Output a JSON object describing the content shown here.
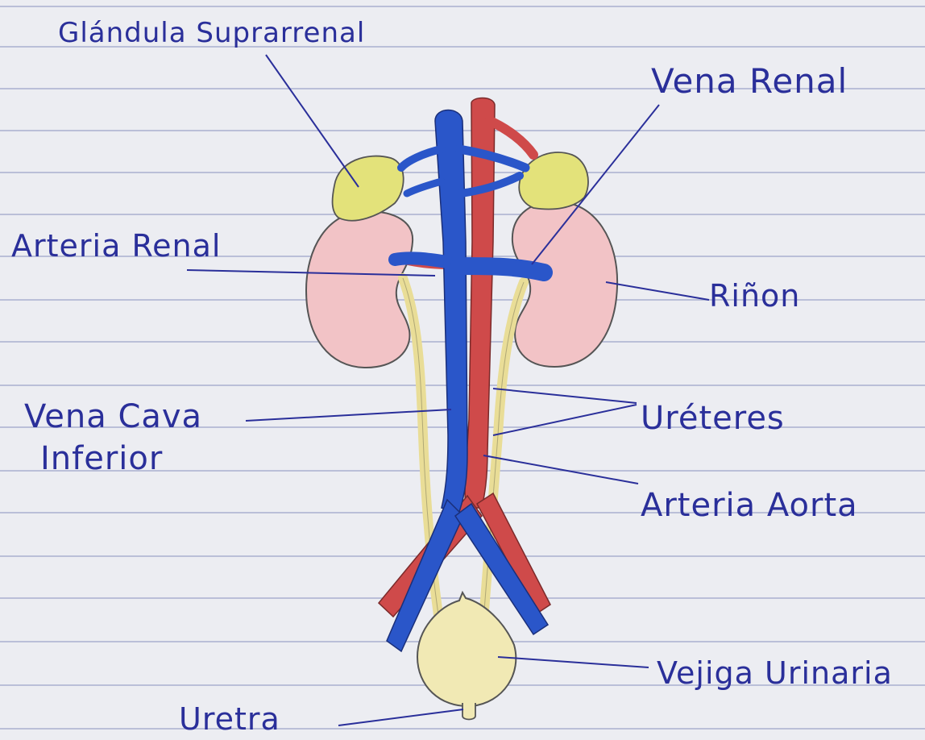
{
  "diagram": {
    "colors": {
      "paper": "#ecedf2",
      "ruled_line": "#a9b0cf",
      "ink_label": "#2a2f9a",
      "vein_blue": "#2a56c9",
      "artery_red": "#cf4a4a",
      "kidney_pink": "#f2c3c6",
      "gland_yellow": "#e3e27a",
      "ureter_yellow": "#e9dd97",
      "bladder_yellow": "#f1e9b4"
    },
    "labels": {
      "adrenal_gland": "Glándula Suprarrenal",
      "renal_vein": "Vena Renal",
      "renal_artery": "Arteria Renal",
      "kidney": "Riñon",
      "inferior_vena_cava_line1": "Vena Cava",
      "inferior_vena_cava_line2": "Inferior",
      "ureters": "Uréteres",
      "aorta": "Arteria Aorta",
      "bladder": "Vejiga Urinaria",
      "urethra": "Uretra"
    }
  }
}
